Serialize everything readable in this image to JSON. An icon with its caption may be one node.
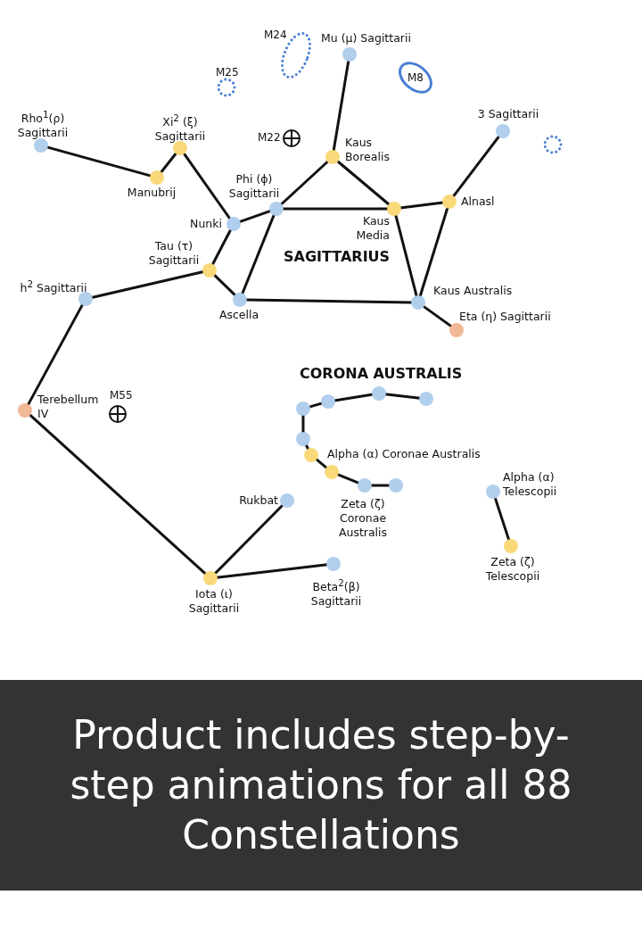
{
  "diagram": {
    "nodes": [
      {
        "text": [],
        "shape": "circle",
        "beside": [
          "Mu (μ) Sagittarii"
        ]
      },
      {
        "text": [
          "M8"
        ]
      },
      {
        "text": [],
        "shape": "circle",
        "beside": [
          "Rho$^{1}$(ρ) Sagittarii"
        ]
      },
      {
        "text": [],
        "shape": "circle",
        "beside": [
          "Xi$^{2}$ (ξ) Sagittarii"
        ]
      },
      {
        "text": [],
        "shape": "circle",
        "beside": [
          "3 Sagittarii"
        ]
      },
      {
        "text": [],
        "shape": "circle",
        "beside": [
          "Kaus Borealis"
        ]
      },
      {
        "text": [],
        "shape": "circle",
        "beside": [
          "Manubrij"
        ]
      },
      {
        "text": [],
        "shape": "circle",
        "beside": [
          "Alnasl"
        ]
      },
      {
        "text": [],
        "shape": "circle",
        "beside": [
          "Phi (ϕ) Sagittarii"
        ]
      },
      {
        "text": [],
        "shape": "circle",
        "beside": [
          "Kaus Media"
        ]
      },
      {
        "text": [],
        "shape": "circle",
        "beside": [
          "Nunki"
        ]
      },
      {
        "text": [],
        "shape": "circle",
        "beside": [
          "Tau (τ) Sagittarii"
        ]
      },
      {
        "text": [],
        "shape": "circle",
        "beside": [
          "h$^{2}$ Sagittarii"
        ]
      },
      {
        "text": [],
        "shape": "circle",
        "beside": [
          "Ascella"
        ]
      },
      {
        "text": [],
        "shape": "circle",
        "beside": [
          "Kaus Australis"
        ]
      },
      {
        "text": [],
        "shape": "circle",
        "beside": [
          "Eta (η) Sagittarii"
        ]
      },
      {
        "text": [],
        "shape": "circle"
      },
      {
        "text": [],
        "shape": "circle"
      },
      {
        "text": [],
        "shape": "circle"
      },
      {
        "text": [],
        "shape": "circle"
      },
      {
        "text": [],
        "shape": "circle",
        "beside": [
          "Terebellum IV"
        ]
      },
      {
        "text": [],
        "shape": "circle"
      },
      {
        "text": [],
        "shape": "circle",
        "beside": [
          "Alpha (α) Coronae Australis"
        ]
      },
      {
        "text": [],
        "shape": "circle"
      },
      {
        "text": [],
        "shape": "circle",
        "beside": [
          "Zeta (ζ) Coronae Australis"
        ]
      },
      {
        "text": [],
        "shape": "circle"
      },
      {
        "text": [],
        "shape": "circle",
        "beside": [
          "Alpha (α) Telescopii"
        ]
      },
      {
        "text": [],
        "shape": "circle",
        "beside": [
          "Rukbat"
        ]
      },
      {
        "text": [],
        "shape": "circle",
        "beside": [
          "Zeta (ζ) Telescopii"
        ]
      },
      {
        "text": [],
        "shape": "circle",
        "beside": [
          "Beta$^{2}$(β) Sagittarii"
        ]
      },
      {
        "text": [],
        "shape": "circle",
        "beside": [
          "Iota (ι) Sagittarii"
        ]
      }
    ],
    "edges": [
      {
        "from": 2,
        "to": 6,
        "arrow": "none"
      },
      {
        "from": 6,
        "to": 3,
        "arrow": "none"
      },
      {
        "from": 3,
        "to": 10,
        "arrow": "none"
      },
      {
        "from": 10,
        "to": 8,
        "arrow": "none"
      },
      {
        "from": 10,
        "to": 11,
        "arrow": "none"
      },
      {
        "from": 8,
        "to": 5,
        "arrow": "none"
      },
      {
        "from": 8,
        "to": 9,
        "arrow": "none"
      },
      {
        "from": 8,
        "to": 13,
        "arrow": "none"
      },
      {
        "from": 5,
        "to": 0,
        "arrow": "none"
      },
      {
        "from": 5,
        "to": 9,
        "arrow": "none"
      },
      {
        "from": 9,
        "to": 7,
        "arrow": "none"
      },
      {
        "from": 9,
        "to": 14,
        "arrow": "none"
      },
      {
        "from": 7,
        "to": 4,
        "arrow": "none"
      },
      {
        "from": 7,
        "to": 14,
        "arrow": "none"
      },
      {
        "from": 13,
        "to": 14,
        "arrow": "none"
      },
      {
        "from": 11,
        "to": 13,
        "arrow": "none"
      },
      {
        "from": 11,
        "to": 12,
        "arrow": "none"
      },
      {
        "from": 12,
        "to": 20,
        "arrow": "none"
      },
      {
        "from": 20,
        "to": 30,
        "arrow": "none"
      },
      {
        "from": 30,
        "to": 27,
        "arrow": "none"
      },
      {
        "from": 30,
        "to": 29,
        "arrow": "none"
      },
      {
        "from": 14,
        "to": 15,
        "arrow": "none"
      },
      {
        "from": 19,
        "to": 18,
        "arrow": "none"
      },
      {
        "from": 18,
        "to": 17,
        "arrow": "none"
      },
      {
        "from": 17,
        "to": 16,
        "arrow": "none"
      },
      {
        "from": 16,
        "to": 21,
        "arrow": "none"
      },
      {
        "from": 21,
        "to": 22,
        "arrow": "none"
      },
      {
        "from": 22,
        "to": 23,
        "arrow": "none"
      },
      {
        "from": 23,
        "to": 24,
        "arrow": "none"
      },
      {
        "from": 24,
        "to": 25,
        "arrow": "none"
      },
      {
        "from": 26,
        "to": 28,
        "arrow": "none"
      }
    ],
    "labels": [
      "M24",
      "M25",
      "M22",
      "SAGITTARIUS",
      "CORONA AUSTRALIS",
      "M55",
      "Product includes step-by-step animations for all 88 Constellations"
    ]
  }
}
